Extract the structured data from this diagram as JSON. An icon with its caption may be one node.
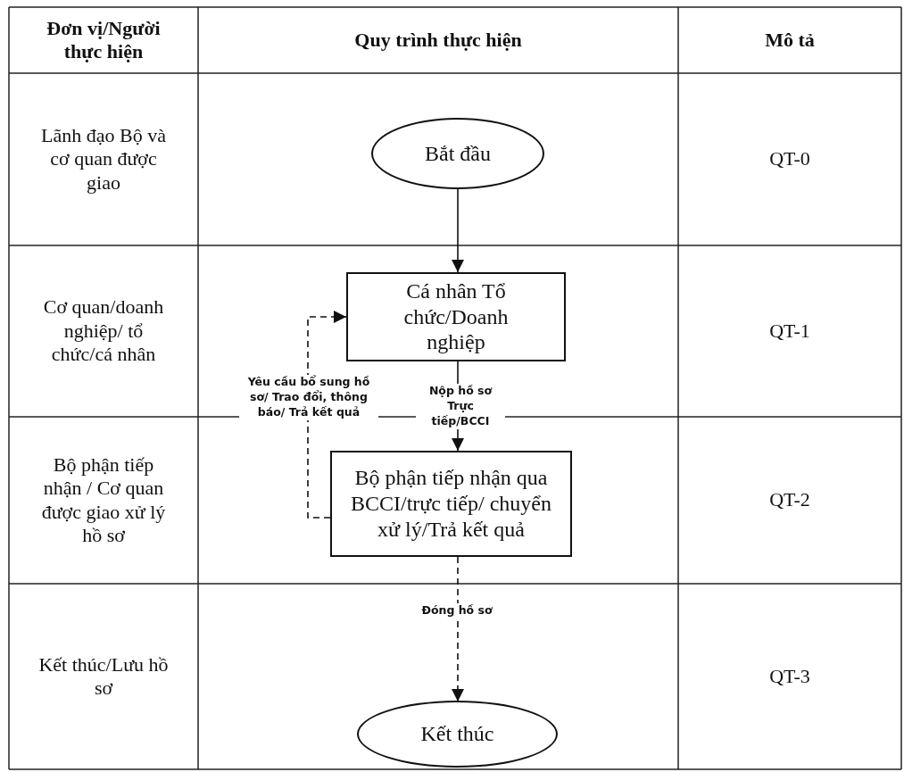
{
  "diagram": {
    "nodes": [
      {
        "text": [
          "Bắt đầu"
        ]
      },
      {
        "text": [
          "Cá nhân Tổ chức/Doanh nghiệp"
        ]
      },
      {
        "text": [
          "Bộ phận tiếp nhận qua BCCI/trực tiếp/ chuyển xử lý/Trả kết quả"
        ]
      },
      {
        "text": [
          "Kết thúc"
        ]
      }
    ],
    "edges": [
      {
        "from": 0,
        "to": 1,
        "arrow": "to"
      },
      {
        "from": 1,
        "to": 2,
        "arrow": "to",
        "label": "Nộp hồ sơ Trực tiếp/BCCI"
      },
      {
        "from": 2,
        "to": 1,
        "arrow": "to",
        "style": "dashed",
        "label": "Yêu cầu bổ sung hồ sơ/ Trao đổi, thông báo/ Trả kết quả"
      },
      {
        "from": 2,
        "to": 3,
        "arrow": "to",
        "style": "dashed",
        "label": "Đóng hồ sơ"
      }
    ],
    "labels": [
      "Đơn vị/Người thực hiện",
      "Quy trình thực hiện",
      "Mô tả",
      "Lãnh đạo Bộ và cơ quan được giao",
      "QT-0",
      "Cơ quan/doanh nghiệp/ tổ chức/cá nhân",
      "QT-1",
      "Bộ phận tiếp nhận / Cơ quan được giao xử lý hồ sơ",
      "QT-2",
      "Kết thúc/Lưu hồ sơ",
      "QT-3"
    ]
  }
}
